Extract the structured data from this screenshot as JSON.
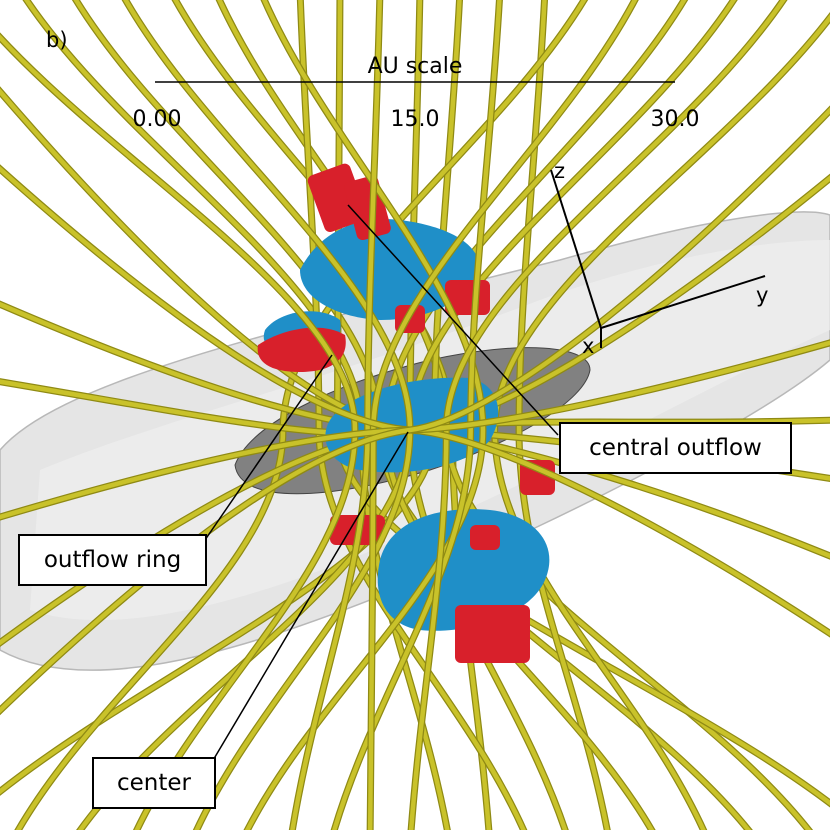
{
  "panel_label": "b)",
  "scale": {
    "title": "AU scale",
    "ticks": [
      "0.00",
      "15.0",
      "30.0"
    ]
  },
  "axes": {
    "z": "z",
    "y": "y",
    "x": "x"
  },
  "callouts": {
    "central_outflow": "central outflow",
    "outflow_ring": "outflow ring",
    "center": "center"
  },
  "colors": {
    "field_lines": "#c9c22a",
    "field_lines_dark": "#8f8a14",
    "outflow_red": "#d8202b",
    "inner_blue": "#1f8fc8",
    "disk_gray": "#d9d9d9",
    "inner_disk": "#6e6e6e"
  }
}
